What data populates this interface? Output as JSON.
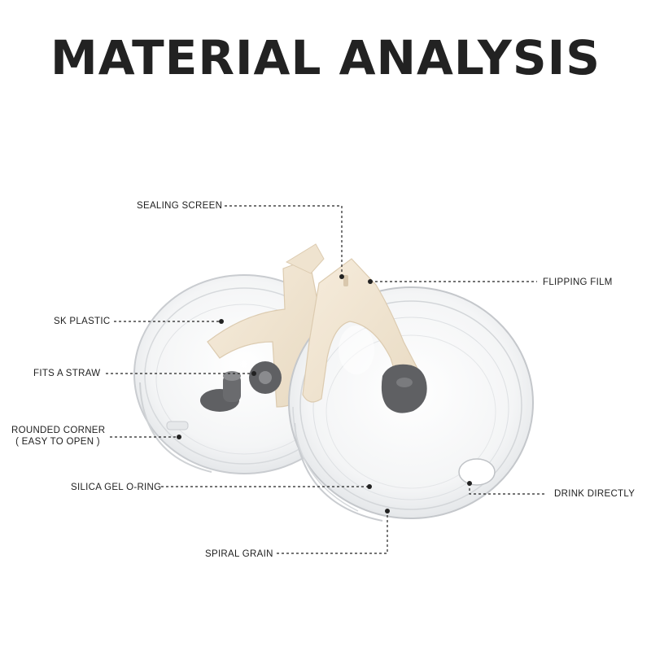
{
  "title": "MATERIAL ANALYSIS",
  "labels": {
    "sealing_screen": "SEALING SCREEN",
    "flipping_film": "FLIPPING FILM",
    "sk_plastic": "SK PLASTIC",
    "fits_a_straw": "FITS A STRAW",
    "rounded_corner_line1": "ROUNDED CORNER",
    "rounded_corner_line2": "( EASY TO OPEN )",
    "silica_gel_o_ring": "SILICA GEL O-RING",
    "drink_directly": "DRINK DIRECTLY",
    "spiral_grain": "SPIRAL GRAIN"
  },
  "colors": {
    "title": "#222222",
    "slider": "#f1e6d3",
    "stopper": "#5f6063",
    "lid_edge": "#c9ccd0",
    "leader_line": "#222222"
  }
}
